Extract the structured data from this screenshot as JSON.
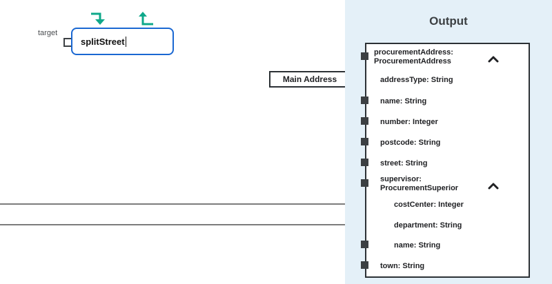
{
  "colors": {
    "panel_bg": "#E4F0F8",
    "accent_blue": "#1967D2",
    "accent_teal": "#0FA88A",
    "line_gray": "#7B7B7B",
    "dark": "#3C4043",
    "box_border": "#2B3034",
    "text": "#202124"
  },
  "icons": {
    "insert_into": "insert-into-icon",
    "move_out": "move-out-icon",
    "collapse": "chevron-up-icon",
    "port": "connector-port-square",
    "arrow": "arrow-head-icon"
  },
  "target_node": {
    "label": "target",
    "value": "splitStreet"
  },
  "mapping": {
    "label": "Main Address"
  },
  "output": {
    "title": "Output",
    "tree": [
      {
        "label": "procurementAddress: ProcurementAddress",
        "level": 0,
        "connector": "square",
        "expanded": true
      },
      {
        "label": "addressType: String",
        "level": 1,
        "connector": "arrow"
      },
      {
        "label": "name: String",
        "level": 1,
        "connector": "square"
      },
      {
        "label": "number: Integer",
        "level": 1,
        "connector": "square"
      },
      {
        "label": "postcode: String",
        "level": 1,
        "connector": "square"
      },
      {
        "label": "street: String",
        "level": 1,
        "connector": "square"
      },
      {
        "label": "supervisor: ProcurementSuperior",
        "level": 1,
        "connector": "square",
        "expanded": true
      },
      {
        "label": "costCenter: Integer",
        "level": 2,
        "connector": "arrow"
      },
      {
        "label": "department: String",
        "level": 2,
        "connector": "arrow"
      },
      {
        "label": "name: String",
        "level": 2,
        "connector": "square"
      },
      {
        "label": "town: String",
        "level": 1,
        "connector": "square"
      }
    ]
  }
}
